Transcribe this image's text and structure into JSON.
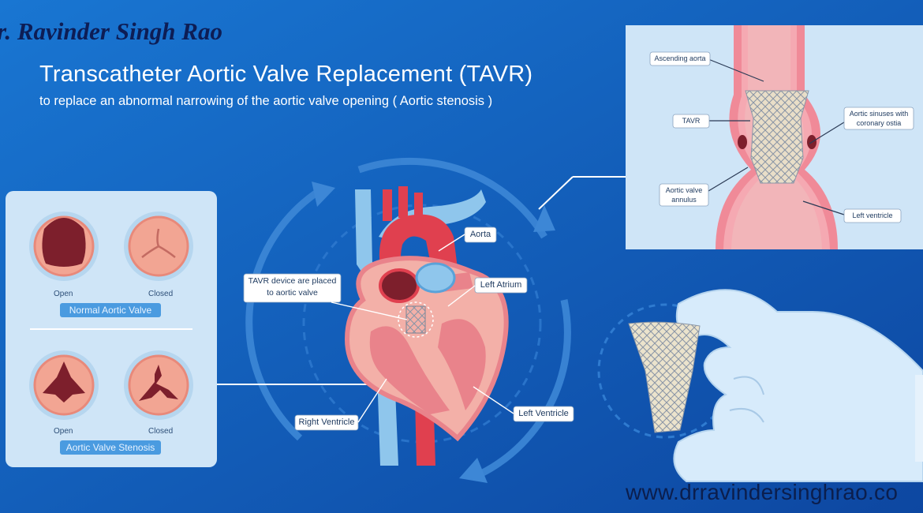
{
  "header": {
    "author": "r. Ravinder Singh Rao",
    "title": "Transcatheter Aortic Valve Replacement (TAVR)",
    "subtitle": "to replace an abnormal narrowing of the aortic valve opening ( Aortic stenosis )"
  },
  "valve_panel": {
    "normal": {
      "open_label": "Open",
      "closed_label": "Closed",
      "caption": "Normal Aortic Valve"
    },
    "stenosis": {
      "open_label": "Open",
      "closed_label": "Closed",
      "caption": "Aortic Valve Stenosis"
    }
  },
  "heart_labels": {
    "aorta": "Aorta",
    "left_atrium": "Left Atrium",
    "tavr_device": [
      "TAVR device are placed",
      "to aortic valve"
    ],
    "right_ventricle": "Right Ventricle",
    "left_ventricle": "Left Ventricle"
  },
  "inset_labels": {
    "ascending_aorta": "Ascending aorta",
    "tavr": "TAVR",
    "aortic_sinuses": [
      "Aortic sinuses with",
      "coronary ostia"
    ],
    "aortic_valve_annulus": [
      "Aortic valve",
      "annulus"
    ],
    "left_ventricle": "Left ventricle"
  },
  "footer": {
    "website": "www.drravindersinghrao.co"
  },
  "colors": {
    "background": "#1565c0",
    "panel": "#cfe5f7",
    "tissue": "#e9838b",
    "tissue_light": "#f3b0a8",
    "aorta_red": "#e0404f",
    "vein_blue": "#8fc6ec",
    "stent": "#e8e0c8"
  }
}
